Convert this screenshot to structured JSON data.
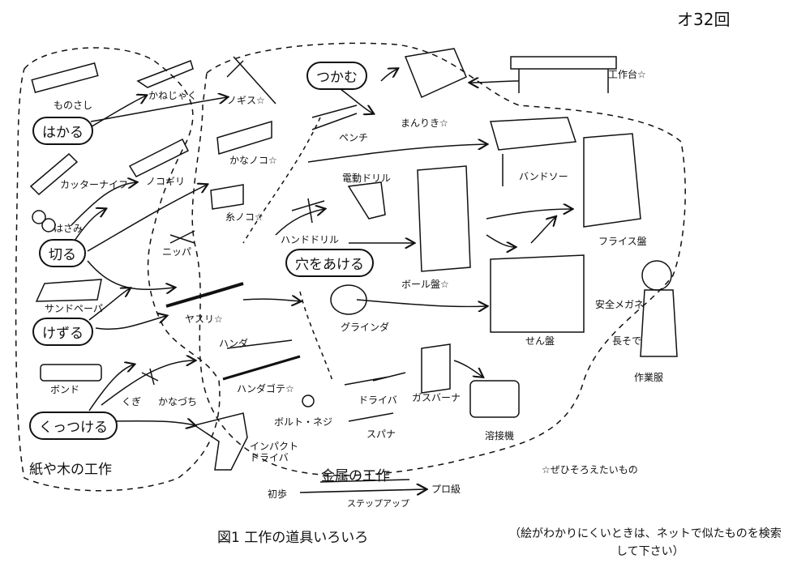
{
  "header": {
    "issue": "オ32回"
  },
  "verbs": {
    "hakaru": "はかる",
    "kiru": "切る",
    "kezuru": "けずる",
    "kuttsukeru": "くっつける",
    "tsukamu": "つかむ",
    "ana": "穴をあける"
  },
  "tools": {
    "monosashi": "ものさし",
    "kanejaku": "かねじゃく",
    "nogisu": "ノギス☆",
    "cutter": "カッターナイフ",
    "nokogiri": "ノコギリ",
    "hasami": "はさみ",
    "sandpaper": "サンドペーパ",
    "bond": "ボンド",
    "kugi": "くぎ",
    "kanazuchi": "かなづち",
    "kanonoko": "かなノコ☆",
    "itonoko": "糸ノコ☆",
    "nippa": "ニッパ",
    "yasuri": "ヤスリ☆",
    "handa": "ハンダ",
    "handagote": "ハンダゴテ☆",
    "impact": "インパクト\nドライバ",
    "pench": "ペンチ",
    "manriki": "まんりき☆",
    "kousakudai": "工作台☆",
    "dendoudrill": "電動ドリル",
    "handdrill": "ハンドドリル",
    "bandsaw": "バンドソー",
    "frais": "フライス盤",
    "ballban": "ボール盤☆",
    "grinder": "グラインダ",
    "senban": "せん盤",
    "gasburner": "ガスバーナ",
    "driver": "ドライバ",
    "boltneji": "ボルト・ネジ",
    "spanner": "スパナ",
    "yousetsuki": "溶接機",
    "anzen": "安全メガネ",
    "nagasode": "長そで",
    "sagyoufuku": "作業服"
  },
  "regions": {
    "paper_wood": "紙や木の工作",
    "metal": "金属の工作"
  },
  "progress": {
    "beginner": "初歩",
    "stepup": "ステップアップ",
    "pro": "プロ級"
  },
  "legend": "☆ぜひそろえたいもの",
  "caption": "図1 工作の道具いろいろ",
  "note_line1": "（絵がわかりにくいときは、ネットで似たものを検索",
  "note_line2": "して下さい）"
}
